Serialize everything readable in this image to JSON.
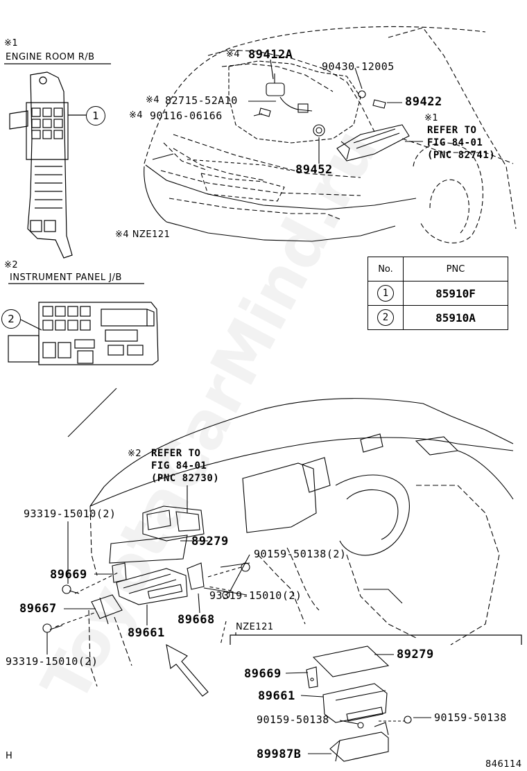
{
  "top_left": {
    "note1_mark": "※1",
    "note1_title": "ENGINE ROOM R/B",
    "callout1": "1",
    "note2_mark": "※2",
    "note2_title": "INSTRUMENT PANEL J/B",
    "callout2": "2",
    "nze_note": "※4 NZE121"
  },
  "engine_parts": {
    "p89412a": "89412A",
    "p89412a_mark": "※4",
    "p90430": "90430-12005",
    "p82715": "82715-52A10",
    "p82715_mark": "※4",
    "p89422": "89422",
    "p90116": "90116-06166",
    "p90116_mark": "※4",
    "refer_mark": "※1",
    "refer_line1": "REFER TO",
    "refer_line2": "FIG 84-01",
    "refer_line3": "(PNC 82741)",
    "p89452": "89452"
  },
  "pnc_table": {
    "header_no": "No.",
    "header_pnc": "PNC",
    "rows": [
      {
        "no": "1",
        "pnc": "85910F"
      },
      {
        "no": "2",
        "pnc": "85910A"
      }
    ]
  },
  "dash_parts": {
    "refer_mark": "※2",
    "refer_line1": "REFER TO",
    "refer_line2": "FIG 84-01",
    "refer_line3": "(PNC 82730)",
    "p93319_a": "93319-15010(2)",
    "p89279": "89279",
    "p90159_a": "90159-50138(2)",
    "p89669": "89669",
    "p93319_b": "93319-15010(2)",
    "p89667": "89667",
    "p89668": "89668",
    "p89661": "89661",
    "p93319_c": "93319-15010(2)",
    "nze_label": "NZE121"
  },
  "inset_parts": {
    "p89279": "89279",
    "p89669": "89669",
    "p89661": "89661",
    "p90159_left": "90159-50138",
    "p90159_right": "90159-50138",
    "p89987b": "89987B"
  },
  "footer": {
    "left_mark": "H",
    "figure_no": "846114"
  },
  "watermark": "ToyotaCarMind.ru"
}
